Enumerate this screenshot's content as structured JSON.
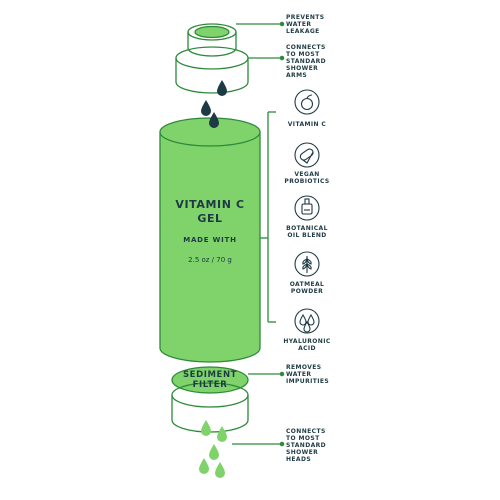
{
  "accent": "#7fd36a",
  "line_color": "#2e8a3b",
  "text_color": "#1e3a44",
  "drop_color": "#1e3a44",
  "top_notes": [
    {
      "text": "PREVENTS\nWATER\nLEAKAGE"
    },
    {
      "text": "CONNECTS\nTO MOST\nSTANDARD\nSHOWER\nARMS"
    }
  ],
  "cartridge": {
    "title_line1": "VITAMIN C",
    "title_line2": "GEL",
    "subtitle": "MADE WITH",
    "weight": "2.5 oz / 70 g"
  },
  "benefits": [
    {
      "label": "VITAMIN C",
      "icon": "orange-fruit-icon"
    },
    {
      "label": "VEGAN\nPROBIOTICS",
      "icon": "capsule-icon"
    },
    {
      "label": "BOTANICAL\nOIL BLEND",
      "icon": "oil-bottle-icon"
    },
    {
      "label": "OATMEAL\nPOWDER",
      "icon": "oat-grain-icon"
    },
    {
      "label": "HYALURONIC\nACID",
      "icon": "water-drops-icon"
    }
  ],
  "sediment": {
    "label_line1": "SEDIMENT",
    "label_line2": "FILTER"
  },
  "bottom_notes": [
    {
      "text": "REMOVES\nWATER\nIMPURITIES"
    },
    {
      "text": "CONNECTS\nTO MOST\nSTANDARD\nSHOWER\nHEADS"
    }
  ]
}
